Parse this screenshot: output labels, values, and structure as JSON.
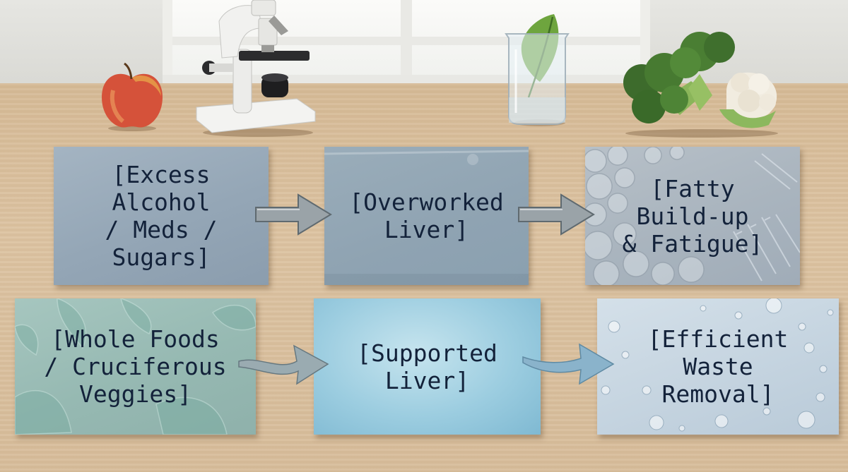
{
  "diagram": {
    "panels": [
      {
        "id": "p1",
        "text": "[Excess\nAlcohol\n/ Meds /\nSugars]"
      },
      {
        "id": "p2",
        "text": "[Overworked\nLiver]"
      },
      {
        "id": "p3",
        "text": "[Fatty\nBuild-up\n& Fatigue]"
      },
      {
        "id": "p4",
        "text": "[Whole Foods\n/ Cruciferous\nVeggies]"
      },
      {
        "id": "p5",
        "text": "[Supported\nLiver]"
      },
      {
        "id": "p6",
        "text": "[Efficient\nWaste\nRemoval]"
      }
    ],
    "connections": [
      {
        "from": "p1",
        "to": "p2"
      },
      {
        "from": "p2",
        "to": "p3"
      },
      {
        "from": "p4",
        "to": "p5"
      },
      {
        "from": "p5",
        "to": "p6"
      }
    ],
    "colors": {
      "text": "#13223a",
      "metal_arrow": "#9aa3a8",
      "blue_arrow": "#8ab3cb"
    }
  },
  "props": {
    "icons": [
      "apple-icon",
      "microscope-icon",
      "beaker-leaf-icon",
      "broccoli-cauliflower-icon"
    ]
  }
}
